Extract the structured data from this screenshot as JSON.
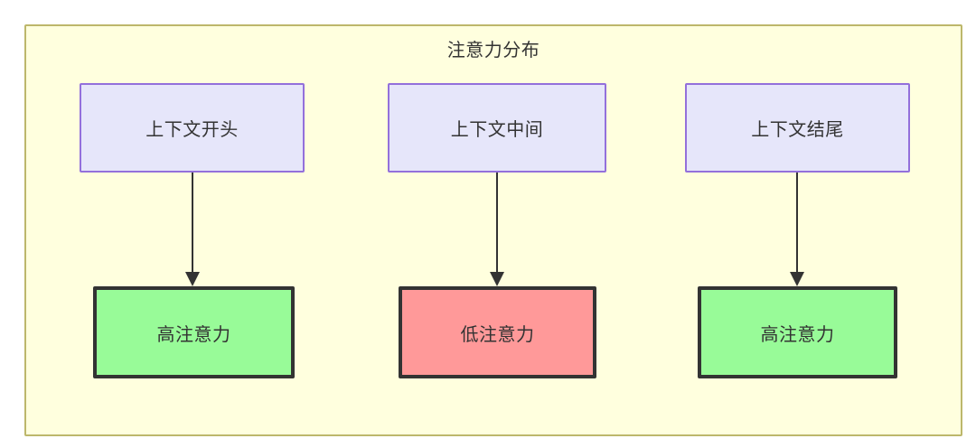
{
  "diagram": {
    "title": "注意力分布",
    "background_color": "#ffffde",
    "border_color": "#bdb76b",
    "nodes": {
      "context": [
        {
          "id": "context-start",
          "label": "上下文开头",
          "fill": "#e6e6fa",
          "stroke": "#9370db"
        },
        {
          "id": "context-middle",
          "label": "上下文中间",
          "fill": "#e6e6fa",
          "stroke": "#9370db"
        },
        {
          "id": "context-end",
          "label": "上下文结尾",
          "fill": "#e6e6fa",
          "stroke": "#9370db"
        }
      ],
      "attention": [
        {
          "id": "attention-high-start",
          "label": "高注意力",
          "fill": "#98fb98",
          "stroke": "#333333"
        },
        {
          "id": "attention-low-middle",
          "label": "低注意力",
          "fill": "#ff9999",
          "stroke": "#333333"
        },
        {
          "id": "attention-high-end",
          "label": "高注意力",
          "fill": "#98fb98",
          "stroke": "#333333"
        }
      ]
    },
    "edges": [
      {
        "from": "context-start",
        "to": "attention-high-start",
        "label": ""
      },
      {
        "from": "context-middle",
        "to": "attention-low-middle",
        "label": ""
      },
      {
        "from": "context-end",
        "to": "attention-high-end",
        "label": ""
      }
    ]
  }
}
